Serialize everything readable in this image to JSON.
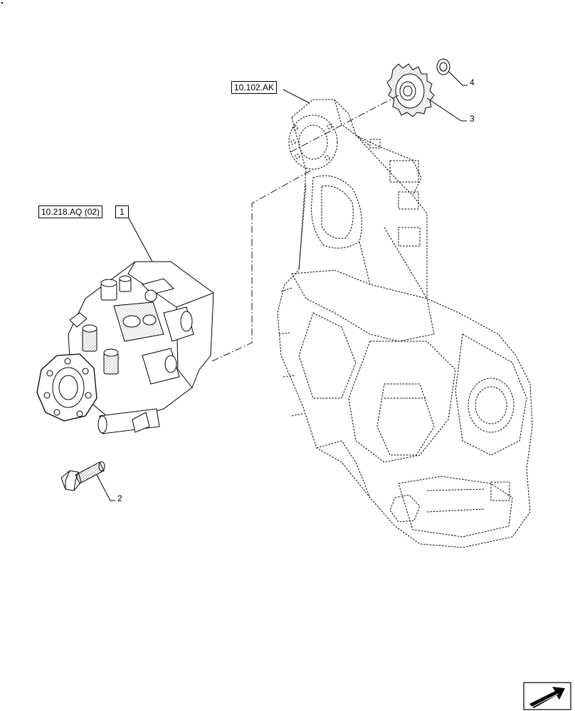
{
  "references": {
    "pump_ref": "10.218.AQ (02)",
    "pump_item": "1",
    "housing_ref": "10.102.AK"
  },
  "callouts": {
    "bolt": "2",
    "gear": "3",
    "washer": "4"
  },
  "icons": {
    "nav": "next-page-arrow-icon"
  }
}
